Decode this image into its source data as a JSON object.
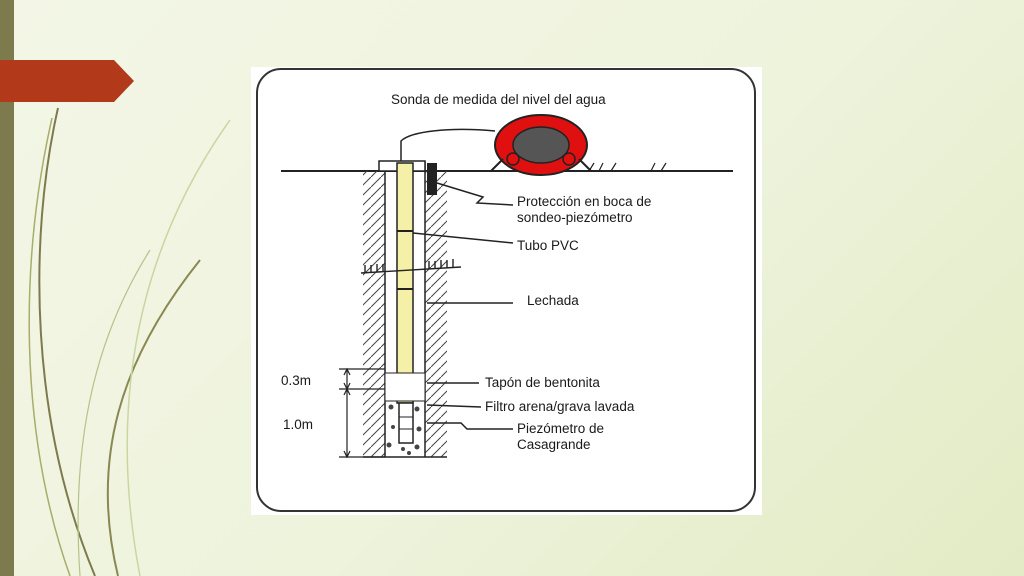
{
  "colors": {
    "background": "#eef3dc",
    "accent_bar": "#7d7b4e",
    "arrow_tab": "#b23a1a",
    "reel_red": "#e01010",
    "pipe_yellow": "#f4f0a8"
  },
  "diagram": {
    "title": "Sonda de medida del nivel del agua",
    "labels": {
      "protection_line1": "Protección en boca de",
      "protection_line2": "sondeo-piezómetro",
      "pipe": "Tubo PVC",
      "grout": "Lechada",
      "bentonite": "Tapón de bentonita",
      "filter": "Filtro arena/grava lavada",
      "piezometer_line1": "Piezómetro de",
      "piezometer_line2": "Casagrande"
    },
    "dimensions": {
      "top": "0.3m",
      "bottom": "1.0m"
    }
  }
}
